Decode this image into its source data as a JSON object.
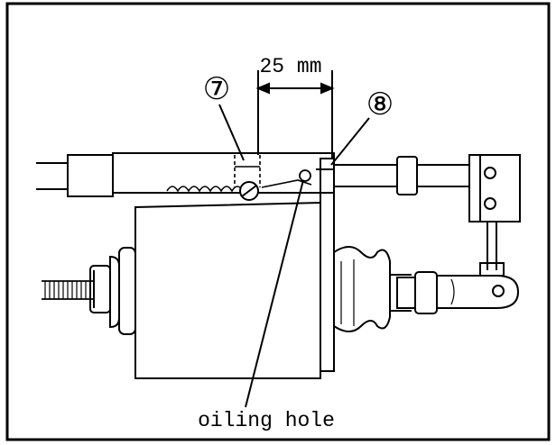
{
  "figure": {
    "dimension_label": "25 mm",
    "callouts": [
      {
        "number": "7",
        "glyph": "⑦"
      },
      {
        "number": "8",
        "glyph": "⑧"
      }
    ],
    "caption": "oiling hole"
  },
  "colors": {
    "ink": "#000000",
    "paper": "#ffffff"
  }
}
